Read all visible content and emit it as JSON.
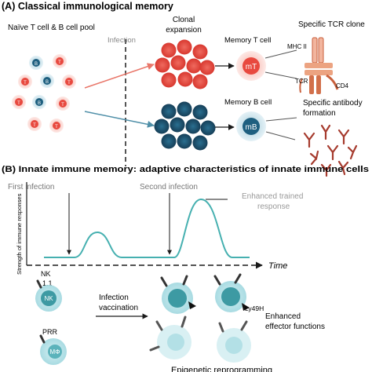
{
  "panel_a": {
    "title": "(A) Classical immunological memory",
    "naive_pool_label": "Naïve T cell & B cell pool",
    "infection_label": "Infection",
    "clonal_expansion_line1": "Clonal",
    "clonal_expansion_line2": "expansion",
    "memory_t_label": "Memory T cell",
    "memory_t_cell_text": "mT",
    "specific_tcr_label": "Specific TCR clone",
    "mhc_label": "MHC II",
    "tcr_label": "TCR",
    "cd4_label": "CD4",
    "memory_b_label": "Memory B cell",
    "memory_b_cell_text": "mB",
    "antibody_line1": "Specific antibody",
    "antibody_line2": "formation",
    "naive_t_letter": "T",
    "naive_b_letter": "B"
  },
  "panel_b": {
    "title": "(B) Innate immune memory: adaptive characteristics of innate immune cells",
    "ylabel": "Strength of immune responses",
    "xlabel": "Time",
    "first_infection": "First infection",
    "second_infection": "Second infection",
    "enhanced_line1": "Enhanced trained",
    "enhanced_line2": "response",
    "nk_receptor_line1": "NK",
    "nk_receptor_line2": "1.1",
    "nk_cell": "NK",
    "prr_label": "PRR",
    "mphi_cell": "MΦ",
    "infection_vaccination_line1": "Infection",
    "infection_vaccination_line2": "vaccination",
    "ly49h_label": "Ly49H",
    "enhanced_effector_line1": "Enhanced",
    "enhanced_effector_line2": "effector functions",
    "epigenetic": "Epigenetic reprogramming"
  },
  "colors": {
    "t_cell_red": "#e8493f",
    "b_cell_blue": "#1e5f7f",
    "arrow_red": "#e9776a",
    "arrow_blue": "#4f8fa8",
    "curve_teal": "#46b0b0",
    "innate_light": "#bfe6ec",
    "innate_dark": "#3d9aa3",
    "receptor_orange": "#c9603c"
  }
}
